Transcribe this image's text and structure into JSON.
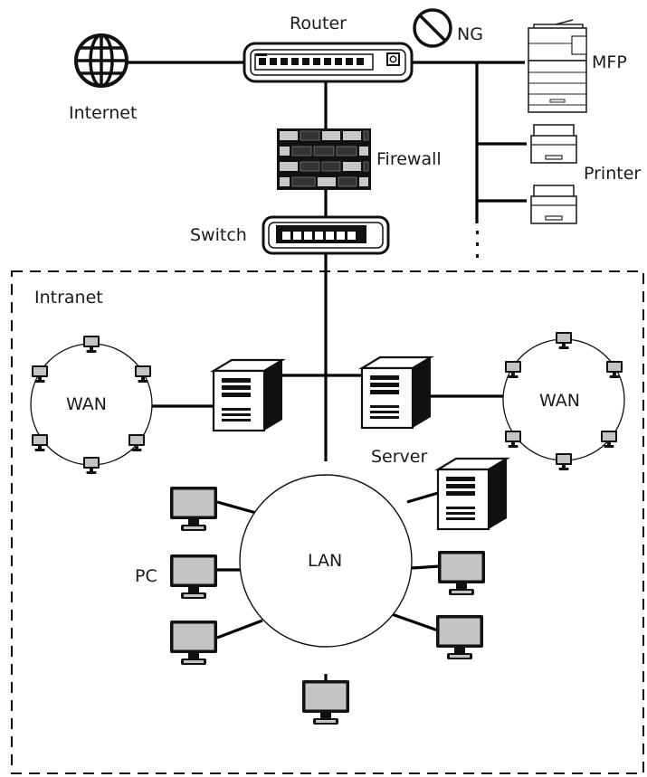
{
  "labels": {
    "router": "Router",
    "ng": "NG",
    "mfp": "MFP",
    "internet": "Internet",
    "firewall": "Firewall",
    "printer": "Printer",
    "switch": "Switch",
    "intranet": "Intranet",
    "wan_left": "WAN",
    "wan_right": "WAN",
    "server": "Server",
    "lan": "LAN",
    "pc": "PC"
  },
  "icons": {
    "globe": "globe-icon",
    "router": "router-icon",
    "prohibited": "prohibited-icon",
    "mfp": "mfp-icon",
    "printer": "printer-icon",
    "firewall": "brick-wall-icon",
    "switch": "switch-icon",
    "server": "server-tower-icon",
    "pc": "monitor-icon"
  },
  "colors": {
    "line": "#000000",
    "monitor_screen": "#c4c4c4",
    "firewall_dark_brick": "#333333",
    "firewall_light_brick": "#c8c8c8"
  }
}
